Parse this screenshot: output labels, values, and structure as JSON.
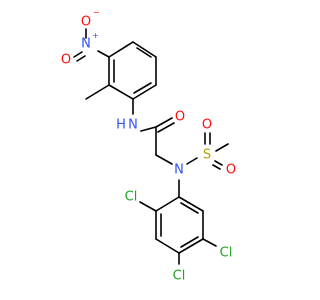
{
  "molecule": {
    "atoms": {
      "nitro_o_top": {
        "text": "O",
        "charge": "−",
        "color": "#ff0d0d"
      },
      "nitro_n": {
        "text": "N",
        "charge": "+",
        "color": "#3050f8"
      },
      "nitro_o_left": {
        "text": "O",
        "color": "#ff0d0d"
      },
      "amide_nh": {
        "text": "N",
        "h": "H",
        "color": "#3050f8"
      },
      "amide_o": {
        "text": "O",
        "color": "#ff0d0d"
      },
      "sulfonamide_n": {
        "text": "N",
        "color": "#3050f8"
      },
      "sulfur": {
        "text": "S",
        "color": "#b8a000"
      },
      "sulfonyl_o_top": {
        "text": "O",
        "color": "#ff0d0d"
      },
      "sulfonyl_o_bottom": {
        "text": "O",
        "color": "#ff0d0d"
      },
      "cl_ortho": {
        "text": "Cl",
        "color": "#1fa51f"
      },
      "cl_meta": {
        "text": "Cl",
        "color": "#1fa51f"
      },
      "cl_para": {
        "text": "Cl",
        "color": "#1fa51f"
      }
    }
  }
}
